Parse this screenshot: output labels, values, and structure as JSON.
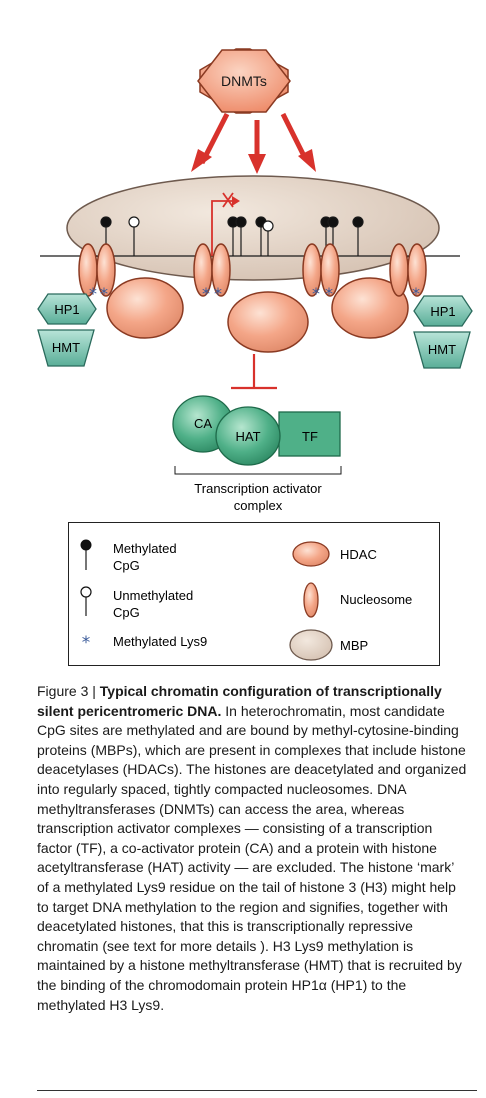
{
  "labels": {
    "dnmts": "DNMTs",
    "hp1": "HP1",
    "hmt": "HMT",
    "ca": "CA",
    "hat": "HAT",
    "tf": "TF",
    "complex_line1": "Transcription activator",
    "complex_line2": "complex"
  },
  "legend": {
    "methylated_line1": "Methylated",
    "methylated_line2": "CpG",
    "unmethylated_line1": "Unmethylated",
    "unmethylated_line2": "CpG",
    "lys9": "Methylated Lys9",
    "hdac": "HDAC",
    "nucleosome": "Nucleosome",
    "mbp": "MBP"
  },
  "caption": {
    "figure_number": "Figure 3 | ",
    "title": "Typical chromatin configuration of transcriptionally silent pericentromeric DNA.",
    "body": " In heterochromatin, most candidate CpG sites are methylated and are bound by methyl-cytosine-binding proteins (MBPs), which are present in complexes that include histone deacetylases (HDACs). The histones are deacetylated and organized into regularly spaced, tightly compacted nucleosomes. DNA methyltransferases (DNMTs) can access the area, whereas transcription activator complexes — consisting of a transcription factor (TF), a co-activator protein (CA) and a protein with histone acetyltransferase (HAT) activity — are excluded. The histone ‘mark’ of a methylated Lys9 residue on the tail of histone 3 (H3) might help to target DNA methylation to the region and signifies, together with deacetylated histones, that this is transcriptionally repressive chromatin (see text for more details ). H3 Lys9 methylation is maintained by a histone methyltransferase (HMT) that is recruited by the binding of the chromodomain protein HP1α (HP1) to the methylated H3 Lys9."
  },
  "colors": {
    "hdac_fill": "#f4a688",
    "hdac_stroke": "#8a3a22",
    "mbp_fill": "#e2d2c4",
    "mbp_stroke": "#6e5a4e",
    "green_fill": "#4fb088",
    "green_stroke": "#1e6a4a",
    "teal_fill": "#78c4b0",
    "teal_stroke": "#2a6a5c",
    "arrow_red": "#d8322c",
    "star_blue": "#3a5a9a"
  }
}
